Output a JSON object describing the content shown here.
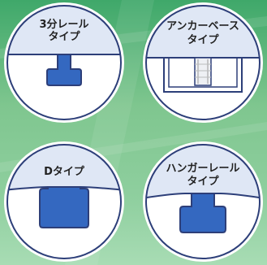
{
  "panels": [
    {
      "line1": "3分レール",
      "line2": "タイプ"
    },
    {
      "line1": "アンカーベース",
      "line2": "タイプ"
    },
    {
      "line1": "Dタイプ",
      "line2": ""
    },
    {
      "line1": "ハンガーレール",
      "line2": "タイプ"
    }
  ],
  "colors": {
    "background": "#3fa86a",
    "circle_top": "#dfe7f5",
    "body_white": "#ffffff",
    "part_blue": "#3468c0",
    "outline": "#2d3f79"
  }
}
